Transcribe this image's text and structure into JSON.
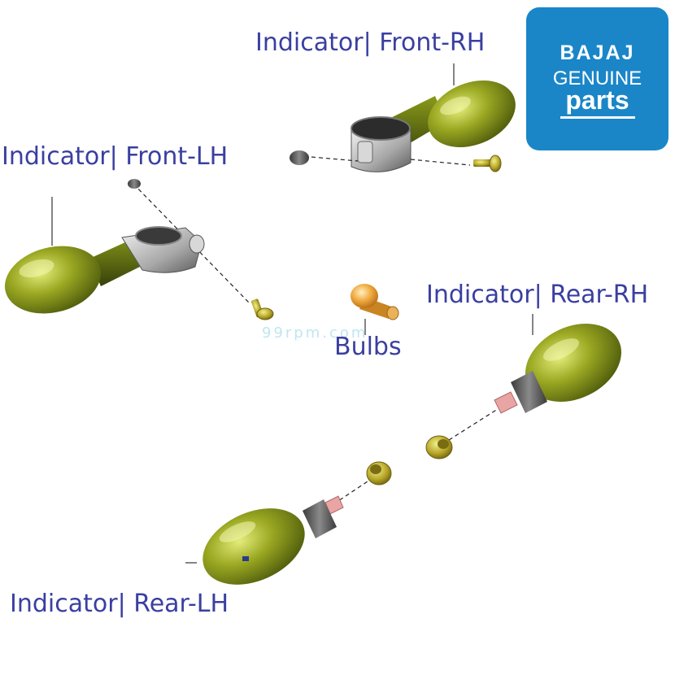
{
  "labels": {
    "front_rh": "Indicator| Front-RH",
    "front_lh": "Indicator| Front-LH",
    "rear_rh": "Indicator| Rear-RH",
    "rear_lh": "Indicator| Rear-LH",
    "bulbs": "Bulbs"
  },
  "logo": {
    "brand": "BAJAJ",
    "line1": "GENUINE",
    "line2": "parts"
  },
  "watermark": "99rpm.com",
  "colors": {
    "label_text": "#3a3fa0",
    "logo_bg": "#1a86c8",
    "lens_olive": "#8c9a1c",
    "bulb_amber": "#e3a03a",
    "bracket_gray": "#b8b8b8"
  }
}
